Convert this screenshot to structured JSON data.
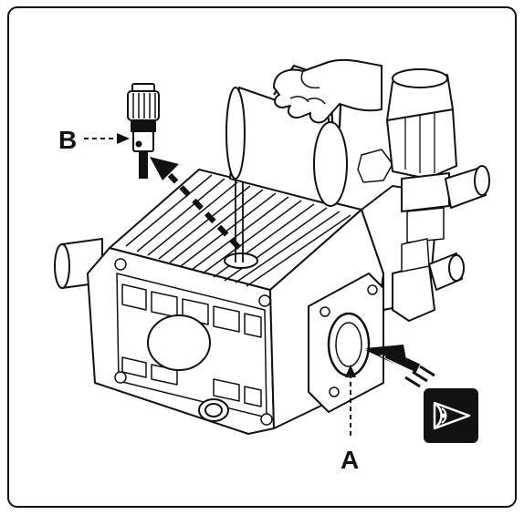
{
  "callouts": {
    "a": "A",
    "b": "B"
  },
  "icons": {
    "inspect_badge": "eye-inspection-icon",
    "oil_can": "oil-pouring-jug",
    "hand": "pouring-hand",
    "dipstick": "oil-dipstick-cap"
  },
  "colors": {
    "ink": "#111111",
    "paper": "#ffffff",
    "badge": "#111111"
  }
}
